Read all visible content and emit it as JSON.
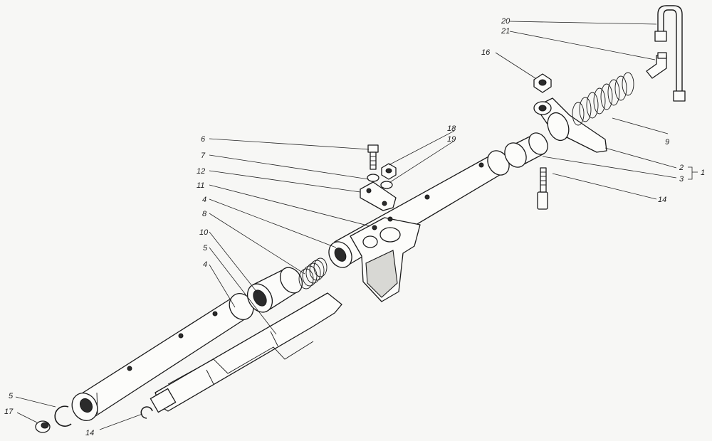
{
  "diagram": {
    "callouts": {
      "c1": "1",
      "c2": "2",
      "c3": "3",
      "c4a": "4",
      "c4b": "4",
      "c5a": "5",
      "c5b": "5",
      "c6": "6",
      "c7": "7",
      "c8": "8",
      "c9": "9",
      "c10": "10",
      "c11": "11",
      "c12": "12",
      "c14a": "14",
      "c14b": "14",
      "c16": "16",
      "c17": "17",
      "c18": "18",
      "c19": "19",
      "c20": "20",
      "c21": "21"
    }
  }
}
